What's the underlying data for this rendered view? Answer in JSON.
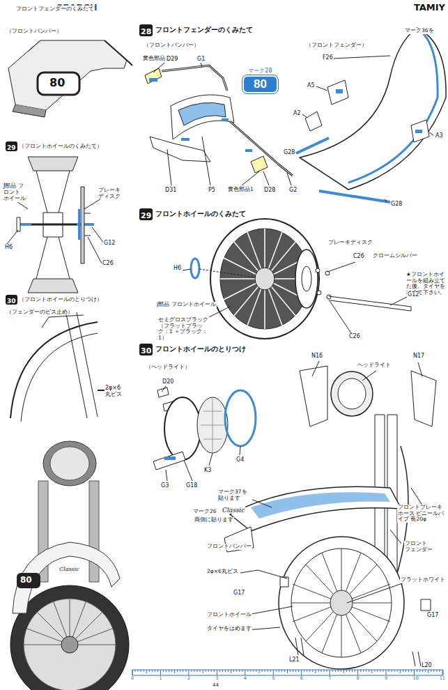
{
  "diagram": {
    "nodes": [
      {
        "text": [
          "29"
        ]
      },
      {
        "text": [
          "30"
        ]
      },
      {
        "text": [
          "28"
        ]
      },
      {
        "text": [
          "マーク28",
          "80"
        ]
      },
      {
        "text": [
          "29"
        ]
      },
      {
        "text": [
          "30"
        ]
      }
    ],
    "labels": [
      "SEARCH",
      "TAMIY",
      "フロントフェンダーのくみたて",
      "（フロントバンパー）",
      "80",
      "（フロントホイールのくみたて）",
      "J部品 フロント ホイール",
      "ブレーキ ディスク",
      "H6",
      "G12",
      "C26",
      "（フロントホイールのとりつけ）",
      "（フェンダーのビス止め）",
      "2φ×6 丸ビス",
      "80",
      "Classic",
      "フロントフェンダーのくみたて",
      "（フロントバンパー）",
      "黄色部品1",
      "D29",
      "G1",
      "D31",
      "P5",
      "黄色部品1",
      "D28",
      "G2",
      "（フロントフェンダー）",
      "マーク36を",
      "F26",
      "A5",
      "A2",
      "G28",
      "A3",
      "G28",
      "フロントホイールのくみたて",
      "H6",
      "ブレーキディスク",
      "C26",
      "クロームシルバー",
      "★フロントホイールを組み立てた後、タイヤをはめて下さい。",
      "J部品 フロントホイール",
      "G12",
      "セミグロスブラック（フラットブラック：1 ＋ブラック：1）",
      "C26",
      "フロントホイールのとりつけ",
      "（ヘッドライト）",
      "D20",
      "G4",
      "K3",
      "G3",
      "G18",
      "N16",
      "ヘッドライト",
      "N17",
      "マーク37を 貼ります",
      "マーク26",
      "Classic",
      "両側に貼ります",
      "フロントブレーキホース ビニールパイプ 長20φ",
      "フロント フェンダー",
      "フロントバンパー",
      "2φ×6丸ビス",
      "G17",
      "フラットホワイト",
      "フロントホイール",
      "G17",
      "タイヤをはめます",
      "L21",
      "L20",
      "0",
      "1",
      "2",
      "3",
      "4",
      "5",
      "6",
      "7",
      "8",
      "9",
      "10",
      "11",
      "44"
    ]
  }
}
